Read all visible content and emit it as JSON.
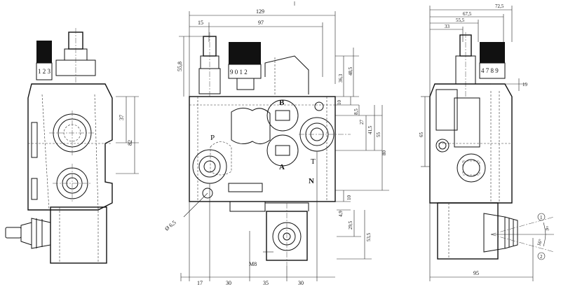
{
  "front_view": {
    "dims_horizontal": [
      "129",
      "97",
      "15",
      "17",
      "30",
      "35",
      "30"
    ],
    "dims_vertical": [
      "55,8",
      "36,3",
      "48,5",
      "10",
      "8,5",
      "27",
      "41,5",
      "55",
      "80",
      "10",
      "4,9",
      "29,5",
      "53,5"
    ],
    "port_labels": [
      "B",
      "A",
      "P",
      "T",
      "N"
    ],
    "knob_digits": "9 0 1 2",
    "hole_callout": "Ø 6,5",
    "thread_callout": "M8"
  },
  "left_view": {
    "dims_vertical": [
      "37",
      "82"
    ],
    "knob_digits": "1 2 3"
  },
  "right_view": {
    "dims_horizontal": [
      "72,5",
      "67,5",
      "55,5",
      "33",
      "95"
    ],
    "dims_vertical": [
      "19",
      "65"
    ],
    "knob_digits": "4 7 8 9",
    "angle_labels": [
      "9°",
      "16°"
    ],
    "position_markers": [
      "1",
      "2"
    ]
  }
}
